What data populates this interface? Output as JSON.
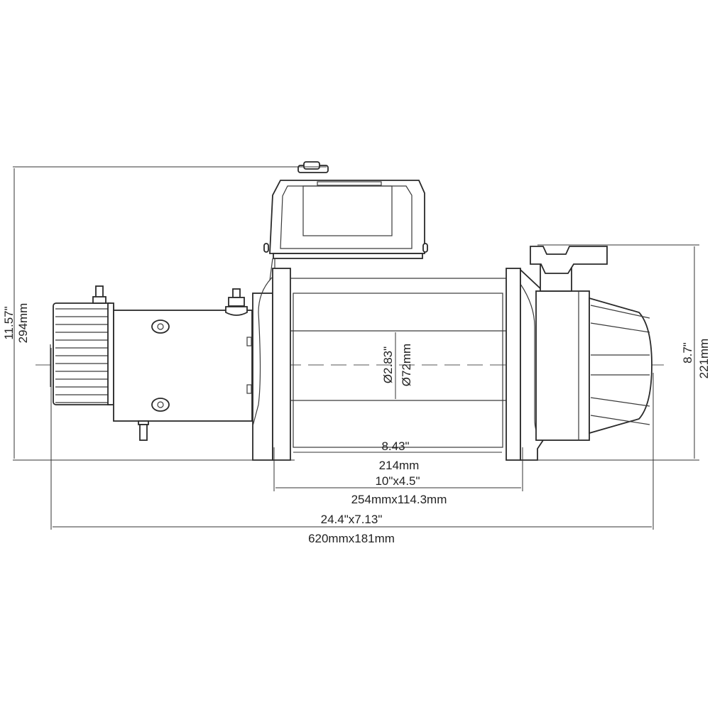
{
  "drawing": {
    "title": "Winch dimension drawing",
    "dimensions": {
      "overall_height": {
        "inch": "11.57\"",
        "mm": "294mm"
      },
      "drum_end_height": {
        "inch": "8.7\"",
        "mm": "221mm"
      },
      "drum_diameter": {
        "inch": "Ø2.83\"",
        "mm": "Ø72mm"
      },
      "drum_length": {
        "inch": "8.43\"",
        "mm": "214mm"
      },
      "mounting_bolt_pattern": {
        "inch": "10\"x4.5\"",
        "mm": "254mmx114.3mm"
      },
      "overall_length": {
        "inch": "24.4\"x7.13\"",
        "mm": "620mmx181mm"
      }
    },
    "colors": {
      "line": "#2a2a2a",
      "background": "#ffffff"
    }
  }
}
